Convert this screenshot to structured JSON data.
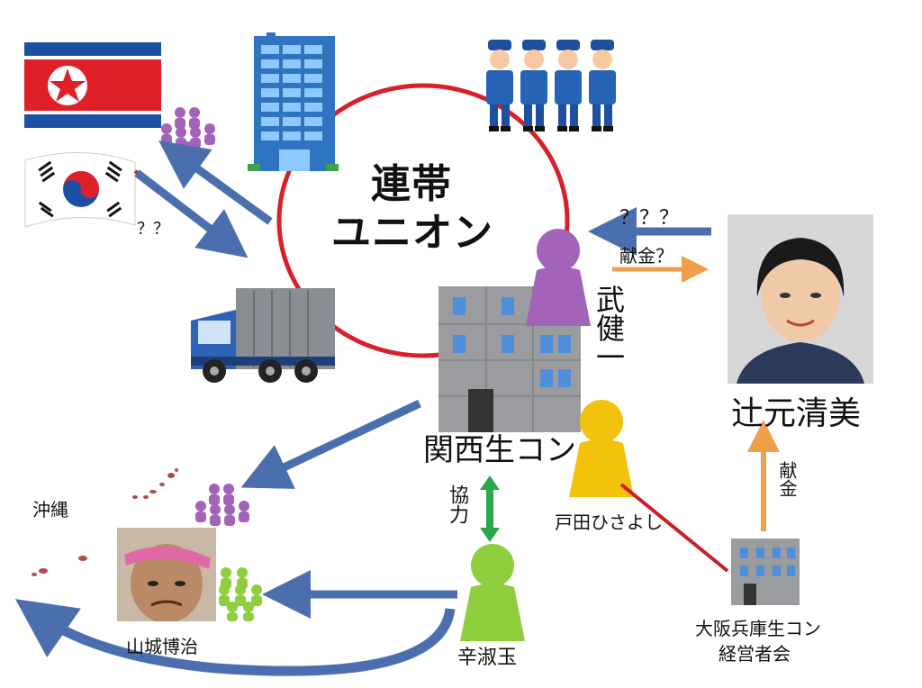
{
  "title": {
    "line1": "連帯",
    "line2": "ユニオン"
  },
  "nodes": {
    "kansai": "関西生コン",
    "tsujimoto": "辻元清美",
    "takeken": "武健一",
    "toda": "戸田ひさよし",
    "shin": "辛淑玉",
    "yamashiro": "山城博治",
    "okinawa": "沖縄",
    "assoc_line1": "大阪兵庫生コン",
    "assoc_line2": "経営者会"
  },
  "edges": {
    "qqq": "？？？",
    "donation_q": "献金？",
    "donation": "献金",
    "cooperation": "協力",
    "korea_q": "？？"
  },
  "colors": {
    "ring": "#d8202a",
    "arrow_blue": "#4b6fae",
    "arrow_orange": "#f0a04a",
    "arrow_green": "#2aa84a",
    "line_red": "#c81e2a",
    "purple": "#a263b8",
    "yellow": "#f4c20d",
    "green": "#8fce3c"
  }
}
